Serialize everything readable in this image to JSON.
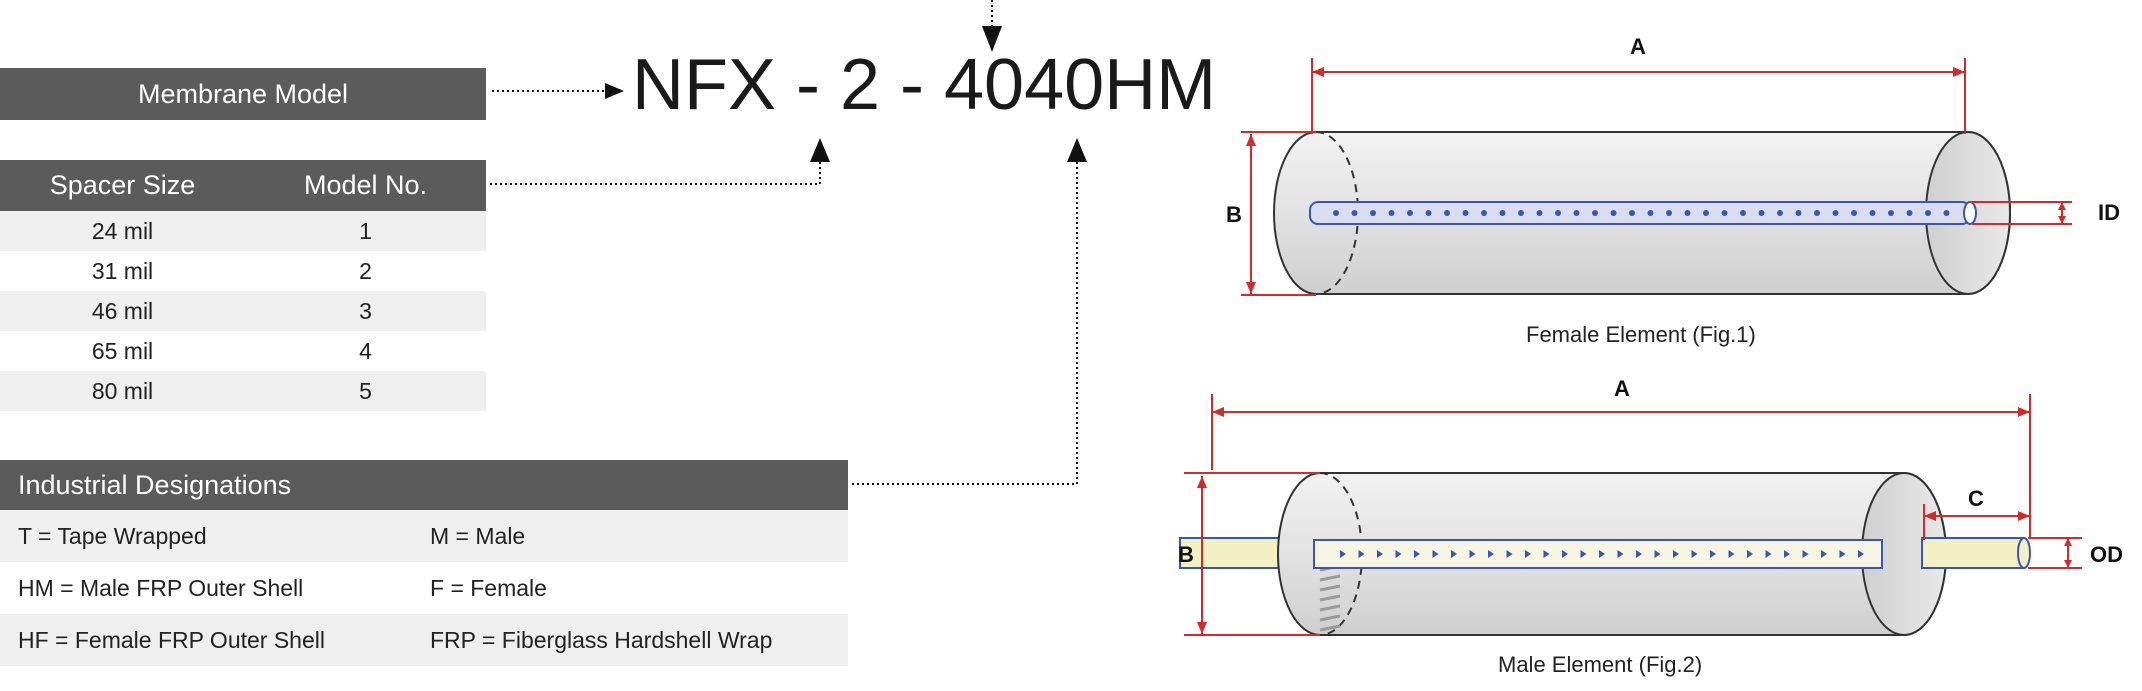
{
  "model": {
    "header_label": "Membrane Model",
    "code": "NFX - 2 - 4040HM"
  },
  "spacer_table": {
    "headers": [
      "Spacer Size",
      "Model No."
    ],
    "rows": [
      [
        "24 mil",
        "1"
      ],
      [
        "31 mil",
        "2"
      ],
      [
        "46 mil",
        "3"
      ],
      [
        "65 mil",
        "4"
      ],
      [
        "80 mil",
        "5"
      ]
    ]
  },
  "industrial": {
    "header": "Industrial Designations",
    "rows": [
      [
        "T = Tape Wrapped",
        "M = Male"
      ],
      [
        "HM = Male FRP Outer Shell",
        "F = Female"
      ],
      [
        "HF = Female FRP Outer Shell",
        "FRP = Fiberglass Hardshell Wrap"
      ]
    ]
  },
  "fig1": {
    "caption": "Female Element (Fig.1)",
    "labels": {
      "a": "A",
      "b": "B",
      "id": "ID"
    }
  },
  "fig2": {
    "caption": "Male Element (Fig.2)",
    "labels": {
      "a": "A",
      "b": "B",
      "c": "C",
      "od": "OD"
    }
  },
  "colors": {
    "header_bg": "#5b5b5b",
    "row_alt": "#efefef",
    "dimension_red": "#d22b2b",
    "tube_blue": "#3a55b4",
    "male_tube_fill": "#f3f0c4"
  }
}
